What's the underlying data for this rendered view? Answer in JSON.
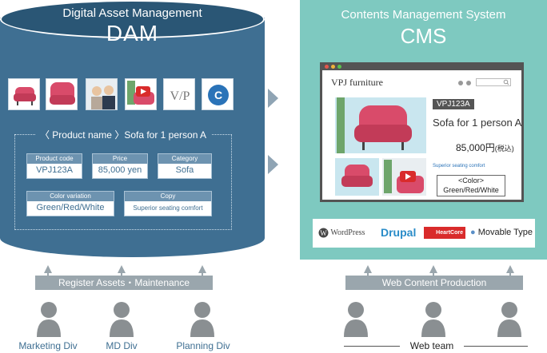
{
  "dam": {
    "title": "Digital Asset Management",
    "acronym": "DAM",
    "product_line": "〈 Product name 〉Sofa for 1 person A",
    "fields": {
      "product_code": {
        "label": "Product code",
        "value": "VPJ123A"
      },
      "price": {
        "label": "Price",
        "value": "85,000 yen"
      },
      "category": {
        "label": "Category",
        "value": "Sofa"
      },
      "color_variation": {
        "label": "Color variation",
        "value": "Green/Red/White"
      },
      "copy": {
        "label": "Copy",
        "value": "Superior seating comfort"
      }
    },
    "bar": "Register Assets・Maintenance",
    "people": [
      "Marketing Div",
      "MD Div",
      "Planning Div"
    ]
  },
  "cms": {
    "title": "Contents Management System",
    "acronym": "CMS",
    "site_name": "VPJ furniture",
    "code": "VPJ123A",
    "product": "Sofa for 1 person A",
    "price": "85,000円",
    "tax": "(税込)",
    "tagline": "Superior seating comfort",
    "color_title": "<Color>",
    "color_values": "Green/Red/White",
    "platforms": [
      "WordPress",
      "Drupal",
      "HeartCore",
      "Movable Type"
    ],
    "bar": "Web Content Production",
    "team": "Web team"
  },
  "colors": {
    "dam": "#3f6f92",
    "cms": "#7ec9c0",
    "sofa": "#d94b6a",
    "bar": "#9aa6ad"
  }
}
